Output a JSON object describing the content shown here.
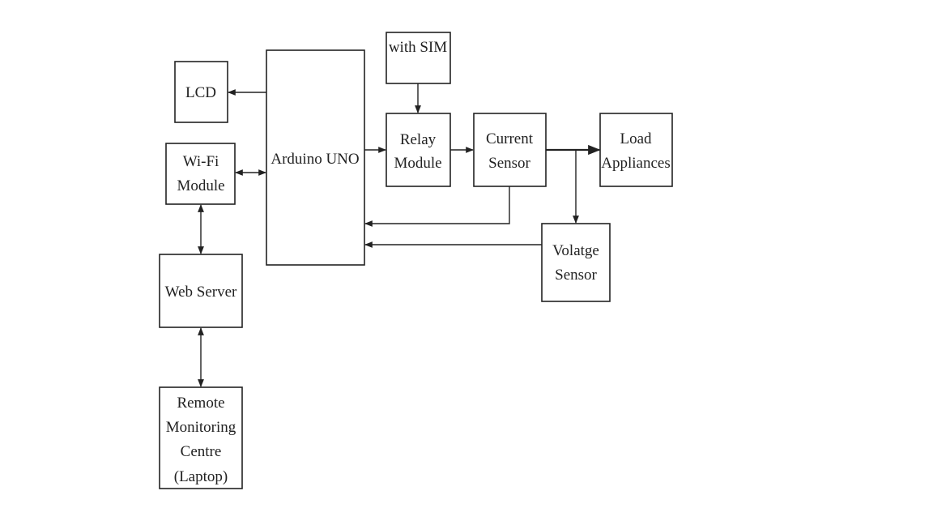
{
  "blocks": {
    "top_block": {
      "lines": [
        "with SIM"
      ]
    },
    "lcd": {
      "lines": [
        "LCD"
      ]
    },
    "wifi": {
      "lines": [
        "Wi-Fi",
        "Module"
      ]
    },
    "arduino": {
      "lines": [
        "Arduino UNO"
      ]
    },
    "relay": {
      "lines": [
        "Relay",
        "Module"
      ]
    },
    "current": {
      "lines": [
        "Current",
        "Sensor"
      ]
    },
    "load": {
      "lines": [
        "Load",
        "Appliances"
      ]
    },
    "voltage": {
      "lines": [
        "Volatge",
        "Sensor"
      ]
    },
    "webserver": {
      "lines": [
        "Web Server"
      ]
    },
    "remote": {
      "lines": [
        "Remote",
        "Monitoring",
        "Centre",
        "(Laptop)"
      ]
    }
  },
  "colors": {
    "stroke": "#222222",
    "background": "#ffffff"
  }
}
